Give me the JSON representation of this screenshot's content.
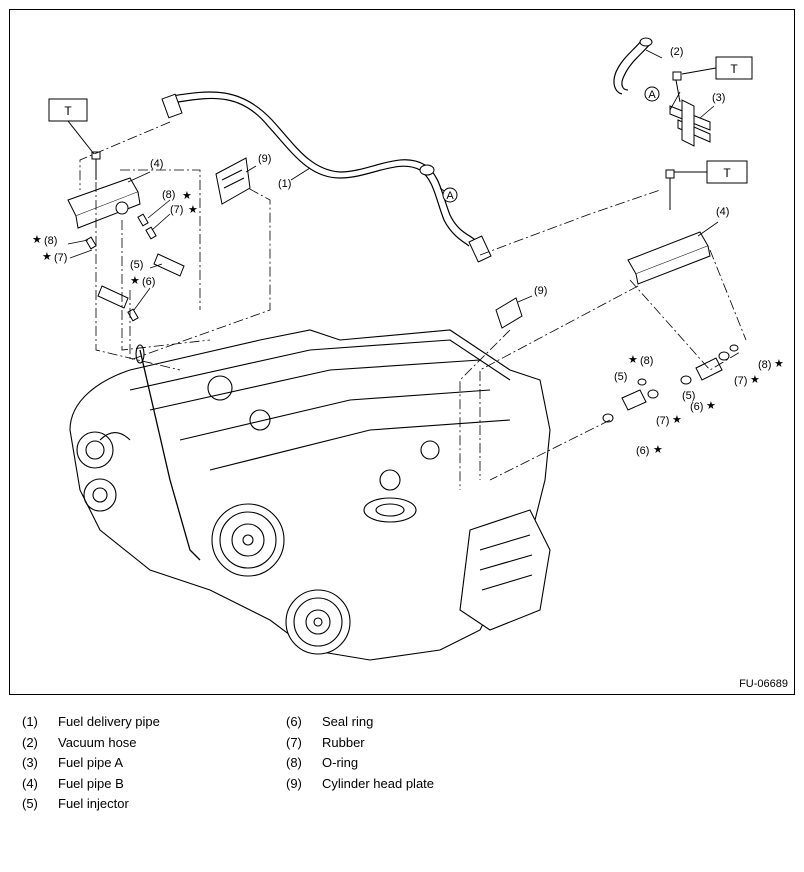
{
  "figure": {
    "code": "FU-06689",
    "torque_mark": "T",
    "star": "★",
    "view_mark": "A",
    "callouts": {
      "c1": "(1)",
      "c2": "(2)",
      "c3": "(3)",
      "c4_left": "(4)",
      "c4_right": "(4)",
      "c5_left": "(5)",
      "c5_right_a": "(5)",
      "c5_right_b": "(5)",
      "c6_left": "(6)",
      "c6_right_a": "(6)",
      "c6_right_b": "(6)",
      "c7_left_a": "(7)",
      "c7_left_b": "(7)",
      "c7_right_a": "(7)",
      "c7_right_b": "(7)",
      "c8_left_a": "(8)",
      "c8_left_b": "(8)",
      "c8_right_a": "(8)",
      "c8_right_b": "(8)",
      "c9_left": "(9)",
      "c9_right": "(9)"
    }
  },
  "legend": {
    "left": [
      {
        "num": "(1)",
        "label": "Fuel delivery pipe"
      },
      {
        "num": "(2)",
        "label": "Vacuum hose"
      },
      {
        "num": "(3)",
        "label": "Fuel pipe A"
      },
      {
        "num": "(4)",
        "label": "Fuel pipe B"
      },
      {
        "num": "(5)",
        "label": "Fuel injector"
      }
    ],
    "right": [
      {
        "num": "(6)",
        "label": "Seal ring"
      },
      {
        "num": "(7)",
        "label": "Rubber"
      },
      {
        "num": "(8)",
        "label": "O-ring"
      },
      {
        "num": "(9)",
        "label": "Cylinder head plate"
      }
    ]
  }
}
